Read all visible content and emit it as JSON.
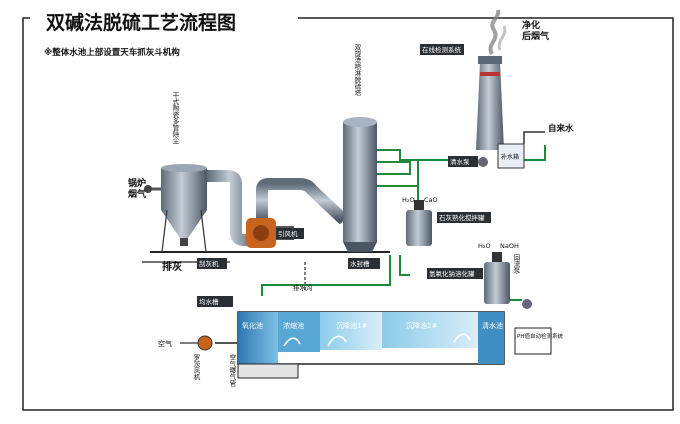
{
  "title": "双碱法脱硫工艺流程图",
  "note": "※整体水池上部设置天车抓灰斗机构",
  "labels": {
    "boiler_flue_gas": "锅炉\n烟气",
    "dry_ceramic_dust_collector": "干式陶瓷多管除尘",
    "ash_discharge": "排灰",
    "ash_discharge_machine": "刮灰机",
    "induced_draft_fan": "引风机",
    "tower": "双旋流喷淋脱硫塔",
    "online_monitor": "在线检测系统",
    "purified_gas": "净化\n后烟气",
    "tap_water": "自来水",
    "clear_water_pump": "清水泵",
    "water_tank": "补水箱",
    "lime_tank": "石灰熟化搅拌罐",
    "h2o_1": "H₂O",
    "cao": "CaO",
    "h2o_2": "H₂O",
    "naoh": "NaOH",
    "naoh_tank": "氢氧化钠溶化罐",
    "reflux_pump": "回流泵",
    "water_seal_tank": "水封槽",
    "drain_ditch": "排水沟",
    "uniform_water_tank": "均水槽",
    "oxidation_pool": "氧化池",
    "thickening_pool": "浓缩池",
    "sediment_pool_1": "沉降池1#",
    "sediment_pool_2": "沉降池2#",
    "clear_water_pool": "清水池",
    "ph_monitor": "PH值自动检测系统",
    "air": "空气",
    "roots_blower": "罗茨风机",
    "air_aeration_pipe": "空气曝气管"
  },
  "colors": {
    "pipe_gray": "#8a97a6",
    "pipe_dark": "#4d5a68",
    "water_green": "#1e8a3c",
    "pool_blue": "#3f8fc4",
    "pool_light": "#a9d6ee",
    "fan_orange": "#c9641e",
    "label_box": "#2a2f36"
  }
}
